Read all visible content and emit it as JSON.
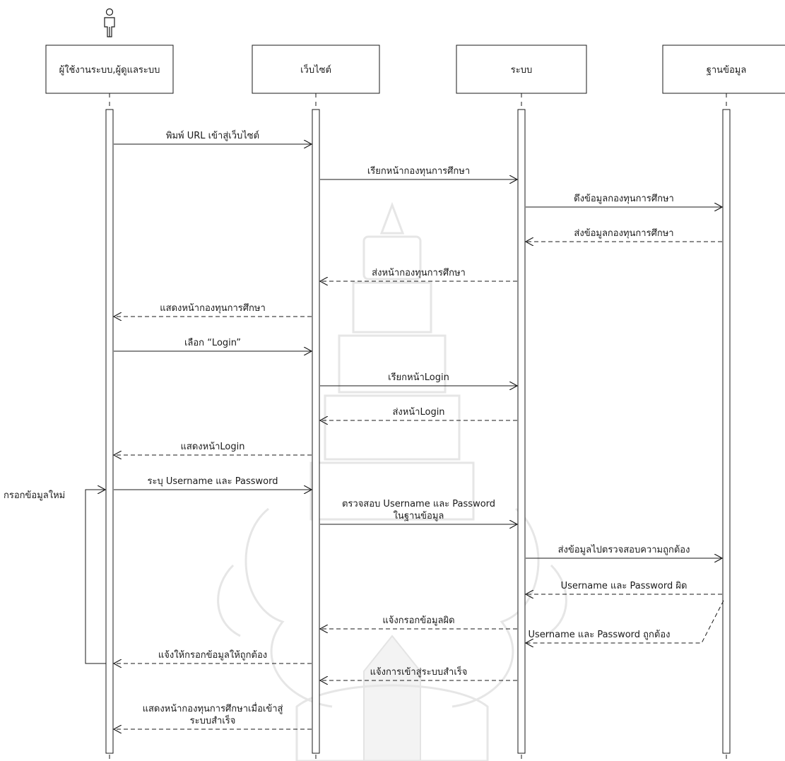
{
  "lifelines": [
    {
      "id": "user",
      "label": "ผู้ใช้งานระบบ,ผู้ดูแลระบบ"
    },
    {
      "id": "web",
      "label": "เว็บไซต์"
    },
    {
      "id": "sys",
      "label": "ระบบ"
    },
    {
      "id": "db",
      "label": "ฐานข้อมูล"
    }
  ],
  "messages": [
    {
      "from": "user",
      "to": "web",
      "type": "sync",
      "lines": [
        "พิมพ์ URL เข้าสู่เว็บไซต์"
      ]
    },
    {
      "from": "web",
      "to": "sys",
      "type": "sync",
      "lines": [
        "เรียกหน้ากองทุนการศึกษา"
      ]
    },
    {
      "from": "sys",
      "to": "db",
      "type": "sync",
      "lines": [
        "ดึงข้อมูลกองทุนการศึกษา"
      ]
    },
    {
      "from": "db",
      "to": "sys",
      "type": "return",
      "lines": [
        "ส่งข้อมูลกองทุนการศึกษา"
      ]
    },
    {
      "from": "sys",
      "to": "web",
      "type": "return",
      "lines": [
        "ส่งหน้ากองทุนการศึกษา"
      ]
    },
    {
      "from": "web",
      "to": "user",
      "type": "return",
      "lines": [
        "แสดงหน้ากองทุนการศึกษา"
      ]
    },
    {
      "from": "user",
      "to": "web",
      "type": "sync",
      "lines": [
        "เลือก “Login”"
      ]
    },
    {
      "from": "web",
      "to": "sys",
      "type": "sync",
      "lines": [
        "เรียกหน้าLogin"
      ]
    },
    {
      "from": "sys",
      "to": "web",
      "type": "return",
      "lines": [
        "ส่งหน้าLogin"
      ]
    },
    {
      "from": "web",
      "to": "user",
      "type": "return",
      "lines": [
        "แสดงหน้าLogin"
      ]
    },
    {
      "from": "user",
      "to": "web",
      "type": "sync",
      "lines": [
        "ระบุ Username และ Password"
      ]
    },
    {
      "from": "web",
      "to": "sys",
      "type": "sync",
      "lines": [
        "ตรวจสอบ Username และ Password",
        "ในฐานข้อมูล"
      ]
    },
    {
      "from": "sys",
      "to": "db",
      "type": "sync",
      "lines": [
        "ส่งข้อมูลไปตรวจสอบความถูกต้อง"
      ]
    },
    {
      "from": "db",
      "to": "sys",
      "type": "return",
      "lines": [
        "Username และ Password ผิด"
      ]
    },
    {
      "from": "sys",
      "to": "web",
      "type": "return",
      "lines": [
        "แจ้งกรอกข้อมูลผิด"
      ]
    },
    {
      "from": "db",
      "to": "sys",
      "type": "return-bent",
      "lines": [
        "Username และ Password ถูกต้อง"
      ]
    },
    {
      "from": "web",
      "to": "user",
      "type": "return",
      "lines": [
        "แจ้งให้กรอกข้อมูลให้ถูกต้อง"
      ]
    },
    {
      "from": "sys",
      "to": "web",
      "type": "return",
      "lines": [
        "แจ้งการเข้าสู่ระบบสำเร็จ"
      ]
    },
    {
      "from": "web",
      "to": "user",
      "type": "return",
      "lines": [
        "แสดงหน้ากองทุนการศึกษาเมื่อเข้าสู่",
        "ระบบสำเร็จ"
      ]
    }
  ],
  "loop": {
    "label": "กรอกข้อมูลใหม่"
  }
}
